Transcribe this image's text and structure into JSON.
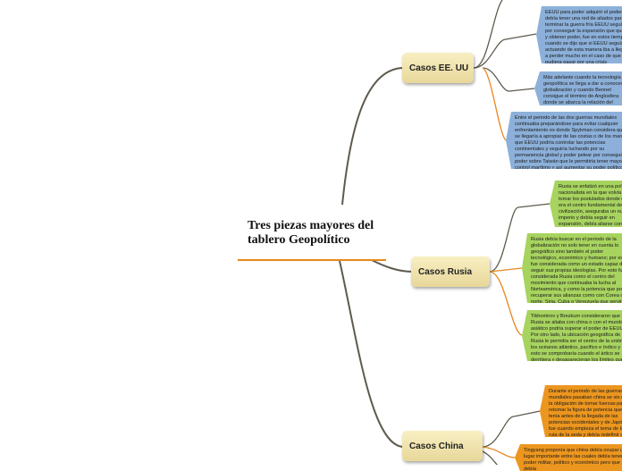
{
  "root": {
    "title": "Tres piezas mayores del tablero Geopolítico"
  },
  "colors": {
    "connector": "#5f5a4d",
    "accent": "#e8871e",
    "usa_leaf": "#8cb0d9",
    "russia_leaf": "#a7d35f",
    "china_leaf": "#ec961f"
  },
  "branches": [
    {
      "label": "Casos EE. UU",
      "leaves": [
        "EEUU para poder adquirir el poder debía tener una red de aliados para terminar la guerra fría EEUU seguía por conseguir la expansión que quería y obtener poder, fue en estos tiempos cuando se dijo que si EEUU seguía actuando de esta manera iba a llegar a perder mucho en el caso de que pudiera pasar por una crisis económica que serían fatales para este mismo.",
        "Más adelante cuando la tecnología y la geopolítica se llega a dar a conocer la globalización y cuando Bennet consigue el término de Anglosfera donde se abarca la relación del entorno a la comunicación.",
        "Entre el periodo de las dos guerras mundiales continuaba preparándose para evitar cualquier enfrentamiento es donde Spykman considera que se llegaría a apropiar de las costas o de los mares que EEUU podría controlar las potencias continentales y seguiría luchando por su permanencia global y poder pelear por conseguir el poder sobre Taiwán que le permitiría tener mayor control marítimo y así aumentar su poder político y económico"
      ]
    },
    {
      "label": "Casos Rusia",
      "leaves": [
        "Rusia se enfatizó en una política nacionalista en la que volvía a tomar los postulados donde ella era el centro fundamental de la civilización, aseguraba un nuevo imperio y debía seguir en expansión, debía aliarse con las regiones que le dieran acceso al mar.",
        "Rusia debía buscar en el periodo de la globalización no solo tener en cuenta lo geográfico sino también el poder tecnológico, económico y humano; por eso fue considerada como un estado capaz de seguir sus propias ideologías. Por esto fue considerada Rusia como el centro del movimiento que continuaba la lucha al Norteamérica, y como la potencia que podría recuperar sus alianzas como con Corea del norte, Siria, Cuba o Venezuela que servirían ante cualquier enfrentamiento con EEUU.",
        "Tikhomirov y Brezkum consideraron que si Rusia se aliaba con china o con el mundo asiático podría superar el poder de EEUU. Por otro lado, la ubicación geográfica de Rusia le permitía ser el centro de la unión de los océanos atlántico, pacífico e índico y esto se comprobaría cuando el ártico se derritiera y desaparecieran los límites que estos tenían."
      ]
    },
    {
      "label": "Casos China",
      "leaves": [
        "Durante el periodo de las guerras mundiales pasaban china se vio en la obligación de tomar fuerzas para retomar la figura de potencia que tenía antes de la llegada de las potencias occidentales y de Japón, fue cuando empieza el tema de la ruta de la seda y debía redefinir sus límites históricos y territoriales con las otras regiones.",
        "Tingyang proponía que china debía ocupar un lugar importante entre las cuales debía tener el poder militar, político y económico pero que debía"
      ]
    }
  ]
}
